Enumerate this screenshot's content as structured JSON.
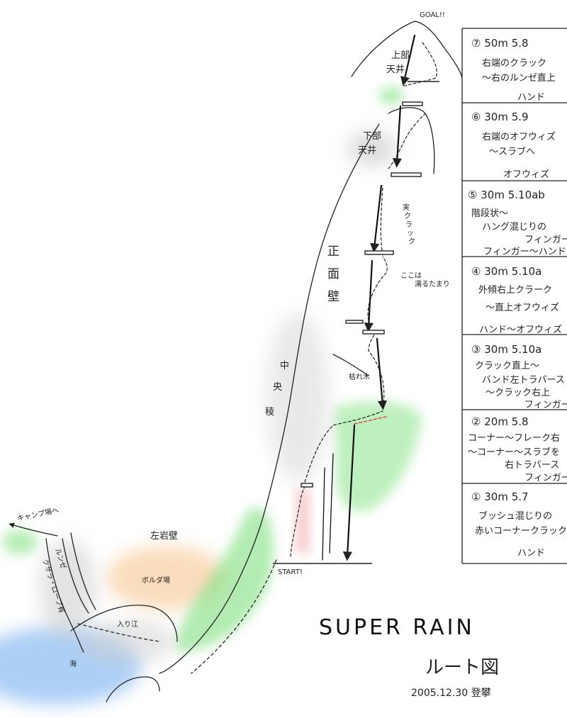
{
  "markers": {
    "goal": "GOAL!!",
    "start": "START!",
    "camp": "キャンプ場へ"
  },
  "features": {
    "upper_roof": [
      "上部",
      "天井"
    ],
    "lower_roof": [
      "下部",
      "天井"
    ],
    "main_face": [
      "正",
      "面",
      "壁"
    ],
    "center_ridge": [
      "中",
      "央",
      "稜"
    ],
    "left_rock_wall": "左岩壁",
    "beach": "ボルダ場",
    "inlet": "入り江",
    "sea": "海",
    "gully": [
      "ルンゼ",
      "クサラ・ロープ有"
    ],
    "real_crack": [
      "実",
      "ク",
      "ラ",
      "ッ",
      "ク"
    ],
    "cracks_note": [
      "ここは",
      "濡るたまり"
    ],
    "dead_tree": "枯れ木"
  },
  "pitches": [
    {
      "num": "⑦",
      "length": "50m",
      "grade": "5.8",
      "desc": [
        "右端のクラック",
        "～右のルンゼ直上"
      ],
      "type": "ハンド"
    },
    {
      "num": "⑥",
      "length": "30m",
      "grade": "5.9",
      "desc": [
        "右端のオフウィズ",
        "～スラブへ"
      ],
      "type": "オフウィズ"
    },
    {
      "num": "⑤",
      "length": "30m",
      "grade": "5.10ab",
      "desc": [
        "階段状～",
        "ハング混じりの",
        "フィンガー"
      ],
      "type": "フィンガー～ハンド"
    },
    {
      "num": "④",
      "length": "30m",
      "grade": "5.10a",
      "desc": [
        "外傾右上クラーク",
        "～直上オフウィズ"
      ],
      "type": "ハンド～オフウィズ"
    },
    {
      "num": "③",
      "length": "30m",
      "grade": "5.10a",
      "desc": [
        "クラック直上～",
        "バンド左トラバース",
        "～クラック右上",
        "フィンガー"
      ],
      "type": ""
    },
    {
      "num": "②",
      "length": "20m",
      "grade": "5.8",
      "desc": [
        "コーナー～フレーク右",
        "～コーナー～スラブを",
        "右トラバース",
        "フィンガー"
      ],
      "type": ""
    },
    {
      "num": "①",
      "length": "30m",
      "grade": "5.7",
      "desc": [
        "ブッシュ混じりの",
        "赤いコーナークラック"
      ],
      "type": "ハンド"
    }
  ],
  "title": {
    "main": "SUPER RAIN",
    "sub": "ルート図",
    "date": "2005.12.30 登攀"
  },
  "colors": {
    "green": "#7fe07f",
    "orange": "#f6c690",
    "blue": "#6aa8ee",
    "red": "#f19a9a",
    "shadow": "#c8c8c8",
    "ink": "#222222"
  }
}
